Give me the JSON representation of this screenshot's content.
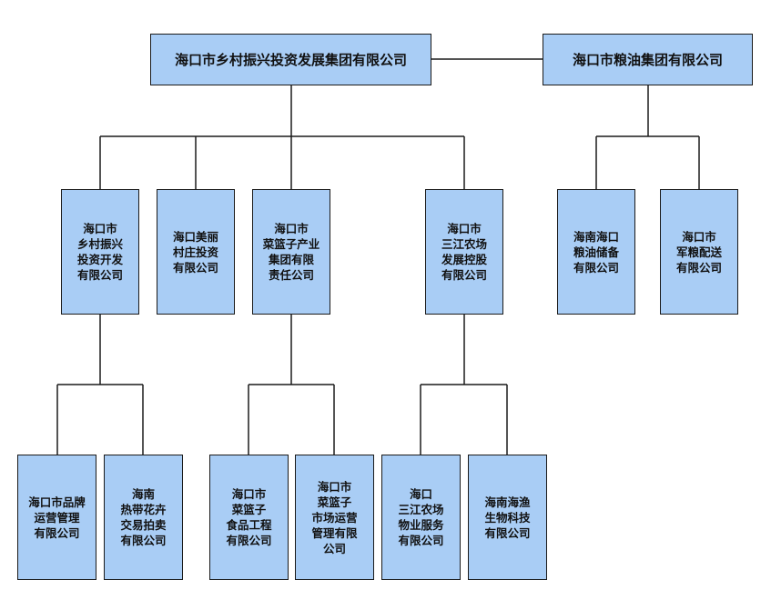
{
  "colors": {
    "node_fill": "#a9cdf5",
    "line": "#1a1a1a"
  },
  "nodes": {
    "root_left": "海口市乡村振兴投资发展集团有限公司",
    "root_right": "海口市粮油集团有限公司",
    "m1": "海口市\n乡村振兴\n投资开发\n有限公司",
    "m2": "海口美丽\n村庄投资\n有限公司",
    "m3": "海口市\n菜篮子产业\n集团有限\n责任公司",
    "m4": "海口市\n三江农场\n发展控股\n有限公司",
    "m5": "海南海口\n粮油储备\n有限公司",
    "m6": "海口市\n军粮配送\n有限公司",
    "b1": "海口市品牌\n运营管理\n有限公司",
    "b2": "海南\n热带花卉\n交易拍卖\n有限公司",
    "b3": "海口市\n菜篮子\n食品工程\n有限公司",
    "b4": "海口市\n菜篮子\n市场运营\n管理有限\n公司",
    "b5": "海口\n三江农场\n物业服务\n有限公司",
    "b6": "海南海渔\n生物科技\n有限公司"
  }
}
